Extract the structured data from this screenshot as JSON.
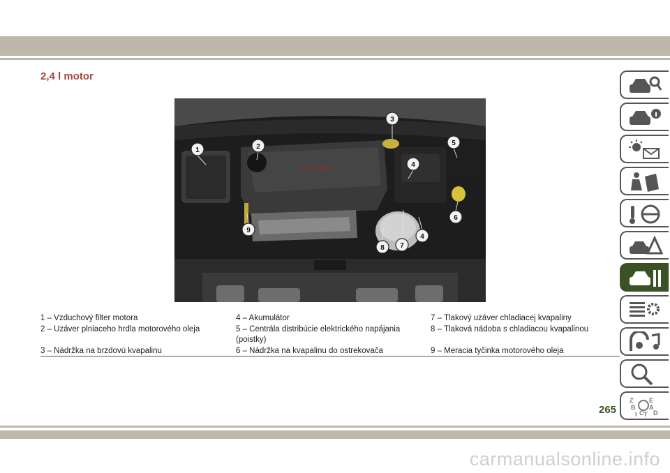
{
  "section_title": "2,4 l motor",
  "callouts": [
    "1",
    "2",
    "3",
    "4",
    "4",
    "5",
    "6",
    "7",
    "8",
    "9"
  ],
  "photo_label": "2.4L DOHC",
  "legend": {
    "col1": [
      "1 – Vzduchový filter motora",
      "2 – Uzáver plniaceho hrdla motorového oleja",
      "",
      "3 – Nádržka na brzdovú kvapalinu"
    ],
    "col2": [
      "4 – Akumulátor",
      "5 – Centrála distribúcie elektrického napájania",
      "(poistky)",
      "6 – Nádržka na kvapalinu do ostrekovača"
    ],
    "col3": [
      "7 – Tlakový uzáver chladiacej kvapaliny",
      "8 – Tlaková nádoba s chladiacou kvapalinou",
      "",
      "9 – Meracia tyčinka motorového oleja"
    ]
  },
  "page_number": "265",
  "watermark": "carmanualsonline.info",
  "side_tabs": [
    {
      "icon": "car-search-icon",
      "active": false
    },
    {
      "icon": "car-info-icon",
      "active": false
    },
    {
      "icon": "warning-light-message-icon",
      "active": false
    },
    {
      "icon": "seat-airbag-icon",
      "active": false
    },
    {
      "icon": "steering-key-icon",
      "active": false
    },
    {
      "icon": "car-warning-triangle-icon",
      "active": false
    },
    {
      "icon": "car-wrench-icon",
      "active": true
    },
    {
      "icon": "list-gear-icon",
      "active": false
    },
    {
      "icon": "multimedia-icon",
      "active": false
    },
    {
      "icon": "magnifier-icon",
      "active": false
    },
    {
      "icon": "alphabet-index-icon",
      "active": false
    }
  ],
  "side_tab_letters": [
    "Z",
    "E",
    "B",
    "A",
    "C",
    "D",
    "I",
    "T"
  ],
  "colors": {
    "accent": "#a2483b",
    "active_tab": "#3b5226",
    "band": "#bdb8a9"
  }
}
